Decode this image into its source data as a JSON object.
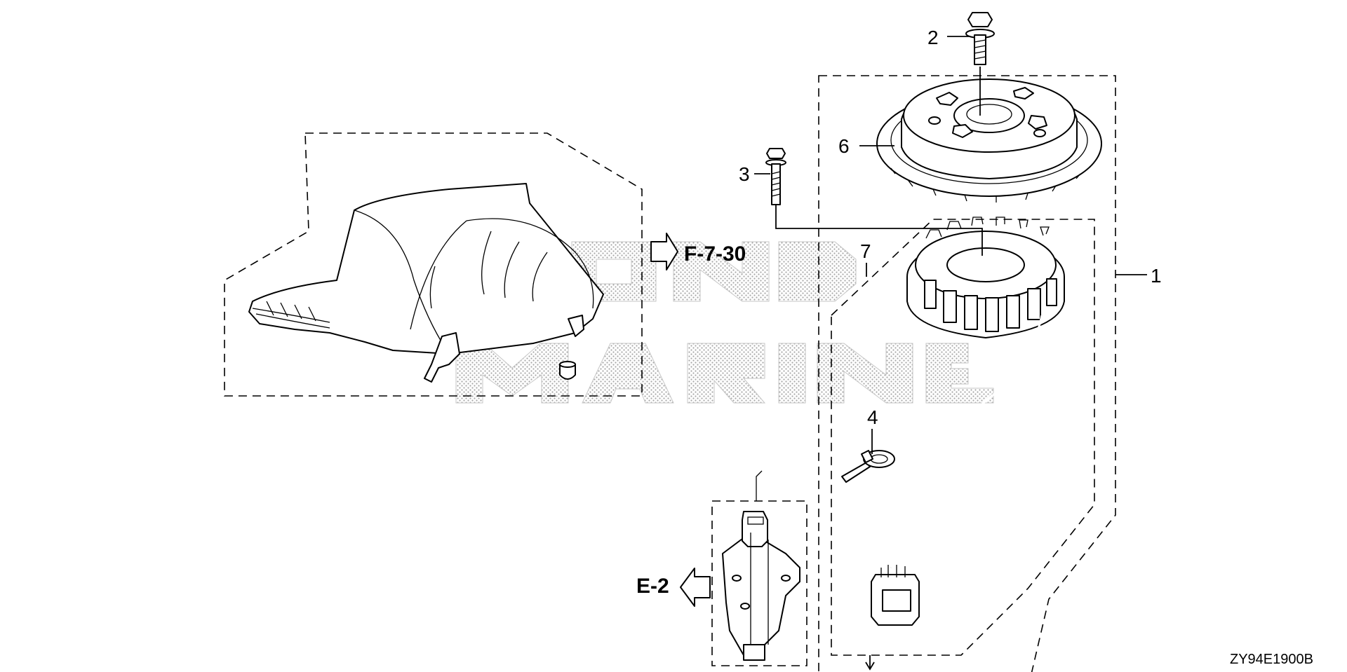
{
  "watermark": {
    "line1": "HONDA",
    "line2": "MARINE"
  },
  "callouts": [
    {
      "id": "1",
      "label": "1"
    },
    {
      "id": "2",
      "label": "2"
    },
    {
      "id": "3",
      "label": "3"
    },
    {
      "id": "4",
      "label": "4"
    },
    {
      "id": "6",
      "label": "6"
    },
    {
      "id": "7",
      "label": "7"
    }
  ],
  "references": {
    "upper": "F-7-30",
    "lower": "E-2"
  },
  "diagram_code": "ZY94E1900B"
}
